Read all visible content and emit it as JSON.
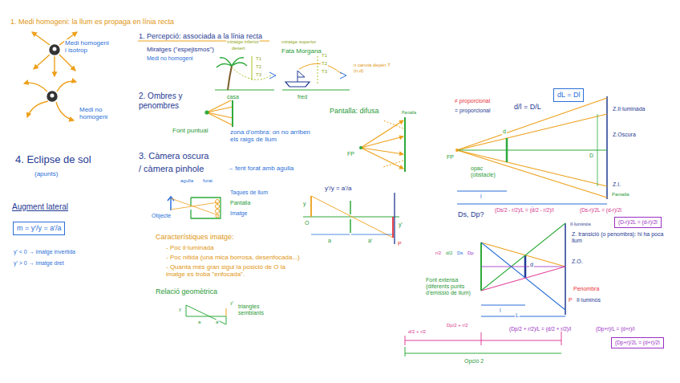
{
  "diagram": {
    "nodes": [
      {
        "text": [
          "m = y'/y = a'/a"
        ]
      },
      {
        "text": [
          "dL = Dl"
        ]
      },
      {
        "text": [
          "(D-r)/2L = (d-r)/2l"
        ]
      },
      {
        "text": [
          "(Dp+r)/2L = (d+r)/2l"
        ]
      }
    ],
    "labels": [
      "1. Medi homogeni: la llum es propaga en línia recta",
      "Medi homogeni i isotrop",
      "Medi no homogeni",
      "1. Percepció: associada a la línia recta",
      "Miratges (\"espejismos\")",
      "Medi no homogeni",
      "miratge inferior",
      "desert",
      "miratge superior",
      "Fata Morgana",
      "T1",
      "T2",
      "T3",
      "T1",
      "T2",
      "T3",
      "casa",
      "fred",
      "n canvia depèn T (n,d)",
      "2. Ombres y penombres",
      "Font puntual",
      "zona d'ombra: on no arriben els raigs de llum",
      "Pantalla: difusa",
      "Pantalla",
      "FP",
      "4. Eclipse de sol",
      "(apunts)",
      "3. Càmera oscura",
      "/ càmera pinhole",
      "→ fent forat amb agulla",
      "agulla",
      "forat",
      "Objecte",
      "Taques de llum",
      "Pantalla",
      "Imatge",
      "y'/y = a'/a",
      "y",
      "O",
      "a",
      "a'",
      "y'",
      "P",
      "Característiques imatge:",
      "- Poc il·luminada",
      "- Poc nítida (una mica borrosa, desenfocada...)",
      "- Quanta més gran sigui la posició de O la imatge es troba \"enfocada\".",
      "Relació geomètrica",
      "triangles semblants",
      "y",
      "y'",
      "a",
      "a'",
      "Augment lateral",
      "y' < 0 → imatge invertida",
      "y' > 0 → imatge dret",
      "≠ proporcional",
      "= proporcional",
      "d/l = D/L",
      "Z.Il·luminada",
      "Z.Oscura",
      "Z.I.",
      "D",
      "d",
      "FP",
      "opac (obstacle)",
      "l",
      "L",
      "Pantalla",
      "Ds, Dp?",
      "(Ds/2 - r/2)/L = (d/2 - r/2)/l",
      "(Ds-r)/2L = (d-r)/2l",
      "Il·luminós",
      "Z. transició (o penombra): hi ha poca llum",
      "Z.O.",
      "Penombra",
      "P",
      "Il·luminós",
      "Font extensa (diferents punts d'emissió de llum)",
      "r/2",
      "d/2",
      "Ds",
      "Dp",
      "d",
      "l",
      "L",
      "(Dp/2 + r/2)/L = (d/2 + r/2)/l",
      "(Dp+r)/L = (d+r)/l",
      "d/2 + r/2",
      "Dp/2 + r/2",
      "Opció 2"
    ]
  }
}
